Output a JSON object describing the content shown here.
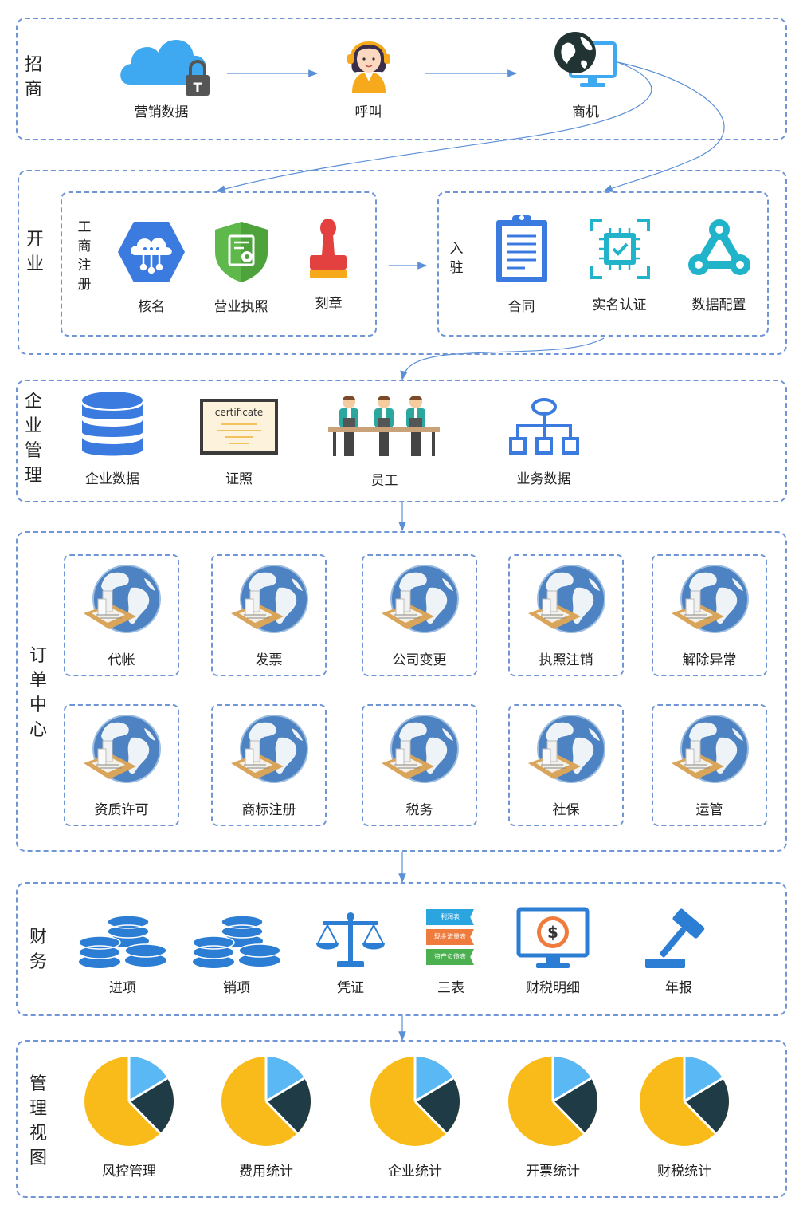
{
  "colors": {
    "border": "#6f95d6",
    "arrow": "#5b8fd6",
    "blue": "#2f7fd8",
    "cloud": "#3ea8f0",
    "pie_yellow": "#f8bb1a",
    "pie_dark": "#1e3b46",
    "pie_light": "#5ab8f4"
  },
  "sections": {
    "recruit": {
      "title": "招商",
      "items": [
        {
          "label": "营销数据",
          "icon": "cloud-lock-icon"
        },
        {
          "label": "呼叫",
          "icon": "call-agent-icon"
        },
        {
          "label": "商机",
          "icon": "globe-monitor-icon"
        }
      ]
    },
    "open": {
      "title": "开业",
      "registration": {
        "title": "工商注册",
        "items": [
          {
            "label": "核名",
            "icon": "cloud-network-icon"
          },
          {
            "label": "营业执照",
            "icon": "license-shield-icon"
          },
          {
            "label": "刻章",
            "icon": "stamp-icon"
          }
        ]
      },
      "settle": {
        "title": "入驻",
        "items": [
          {
            "label": "合同",
            "icon": "clipboard-icon"
          },
          {
            "label": "实名认证",
            "icon": "chip-verify-icon"
          },
          {
            "label": "数据配置",
            "icon": "share-nodes-icon"
          }
        ]
      }
    },
    "enterprise": {
      "title": "企业管理",
      "items": [
        {
          "label": "企业数据",
          "icon": "database-icon"
        },
        {
          "label": "证照",
          "icon": "certificate-icon"
        },
        {
          "label": "员工",
          "icon": "staff-icon"
        },
        {
          "label": "业务数据",
          "icon": "hierarchy-icon"
        }
      ],
      "certificate_text": "certificate"
    },
    "orders": {
      "title": "订单中心",
      "items": [
        {
          "label": "代帐"
        },
        {
          "label": "发票"
        },
        {
          "label": "公司变更"
        },
        {
          "label": "执照注销"
        },
        {
          "label": "解除异常"
        },
        {
          "label": "资质许可"
        },
        {
          "label": "商标注册"
        },
        {
          "label": "税务"
        },
        {
          "label": "社保"
        },
        {
          "label": "运管"
        }
      ],
      "icon": "globe-docs-icon"
    },
    "finance": {
      "title": "财务",
      "items": [
        {
          "label": "进项",
          "icon": "coins-icon"
        },
        {
          "label": "销项",
          "icon": "coins-icon"
        },
        {
          "label": "凭证",
          "icon": "scales-icon"
        },
        {
          "label": "三表",
          "icon": "report-tags-icon"
        },
        {
          "label": "财税明细",
          "icon": "monitor-dollar-icon"
        },
        {
          "label": "年报",
          "icon": "gavel-icon"
        }
      ],
      "report_tags": [
        "利润表",
        "现金流量表",
        "资产负债表"
      ]
    },
    "views": {
      "title": "管理视图",
      "items": [
        {
          "label": "风控管理"
        },
        {
          "label": "费用统计"
        },
        {
          "label": "企业统计"
        },
        {
          "label": "开票统计"
        },
        {
          "label": "财税统计"
        }
      ],
      "icon": "pie-chart-icon"
    }
  }
}
